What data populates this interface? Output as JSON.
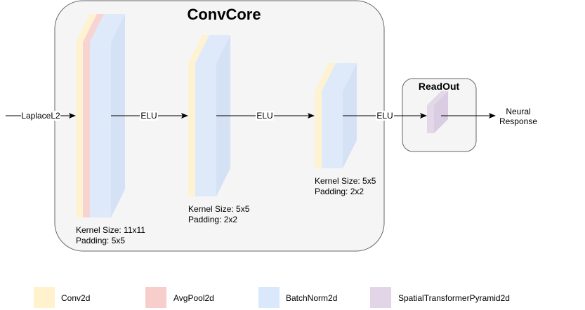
{
  "conv_core": {
    "title": "ConvCore"
  },
  "readout": {
    "title": "ReadOut"
  },
  "input_label": "LaplaceL2",
  "edges": [
    {
      "label": "ELU"
    },
    {
      "label": "ELU"
    },
    {
      "label": "ELU"
    }
  ],
  "layers": [
    {
      "kernel": "Kernel Size: 11x11",
      "padding": "Padding: 5x5"
    },
    {
      "kernel": "Kernel Size: 5x5",
      "padding": "Padding: 2x2"
    },
    {
      "kernel": "Kernel Size: 5x5",
      "padding": "Padding: 2x2"
    }
  ],
  "output_label": {
    "line1": "Neural",
    "line2": "Response"
  },
  "legend": [
    {
      "label": "Conv2d",
      "color": "#fff2cc"
    },
    {
      "label": "AvgPool2d",
      "color": "#f8cecc"
    },
    {
      "label": "BatchNorm2d",
      "color": "#dae8fc"
    },
    {
      "label": "SpatialTransformerPyramid2d",
      "color": "#e1d5e7"
    }
  ],
  "colors": {
    "conv2d": "#fff2cc",
    "avgpool2d": "#f8cecc",
    "batchnorm2d": "#dae8fc",
    "spatial_transformer": "#e1d5e7",
    "container_fill": "#f5f5f5",
    "container_stroke": "#666666"
  }
}
